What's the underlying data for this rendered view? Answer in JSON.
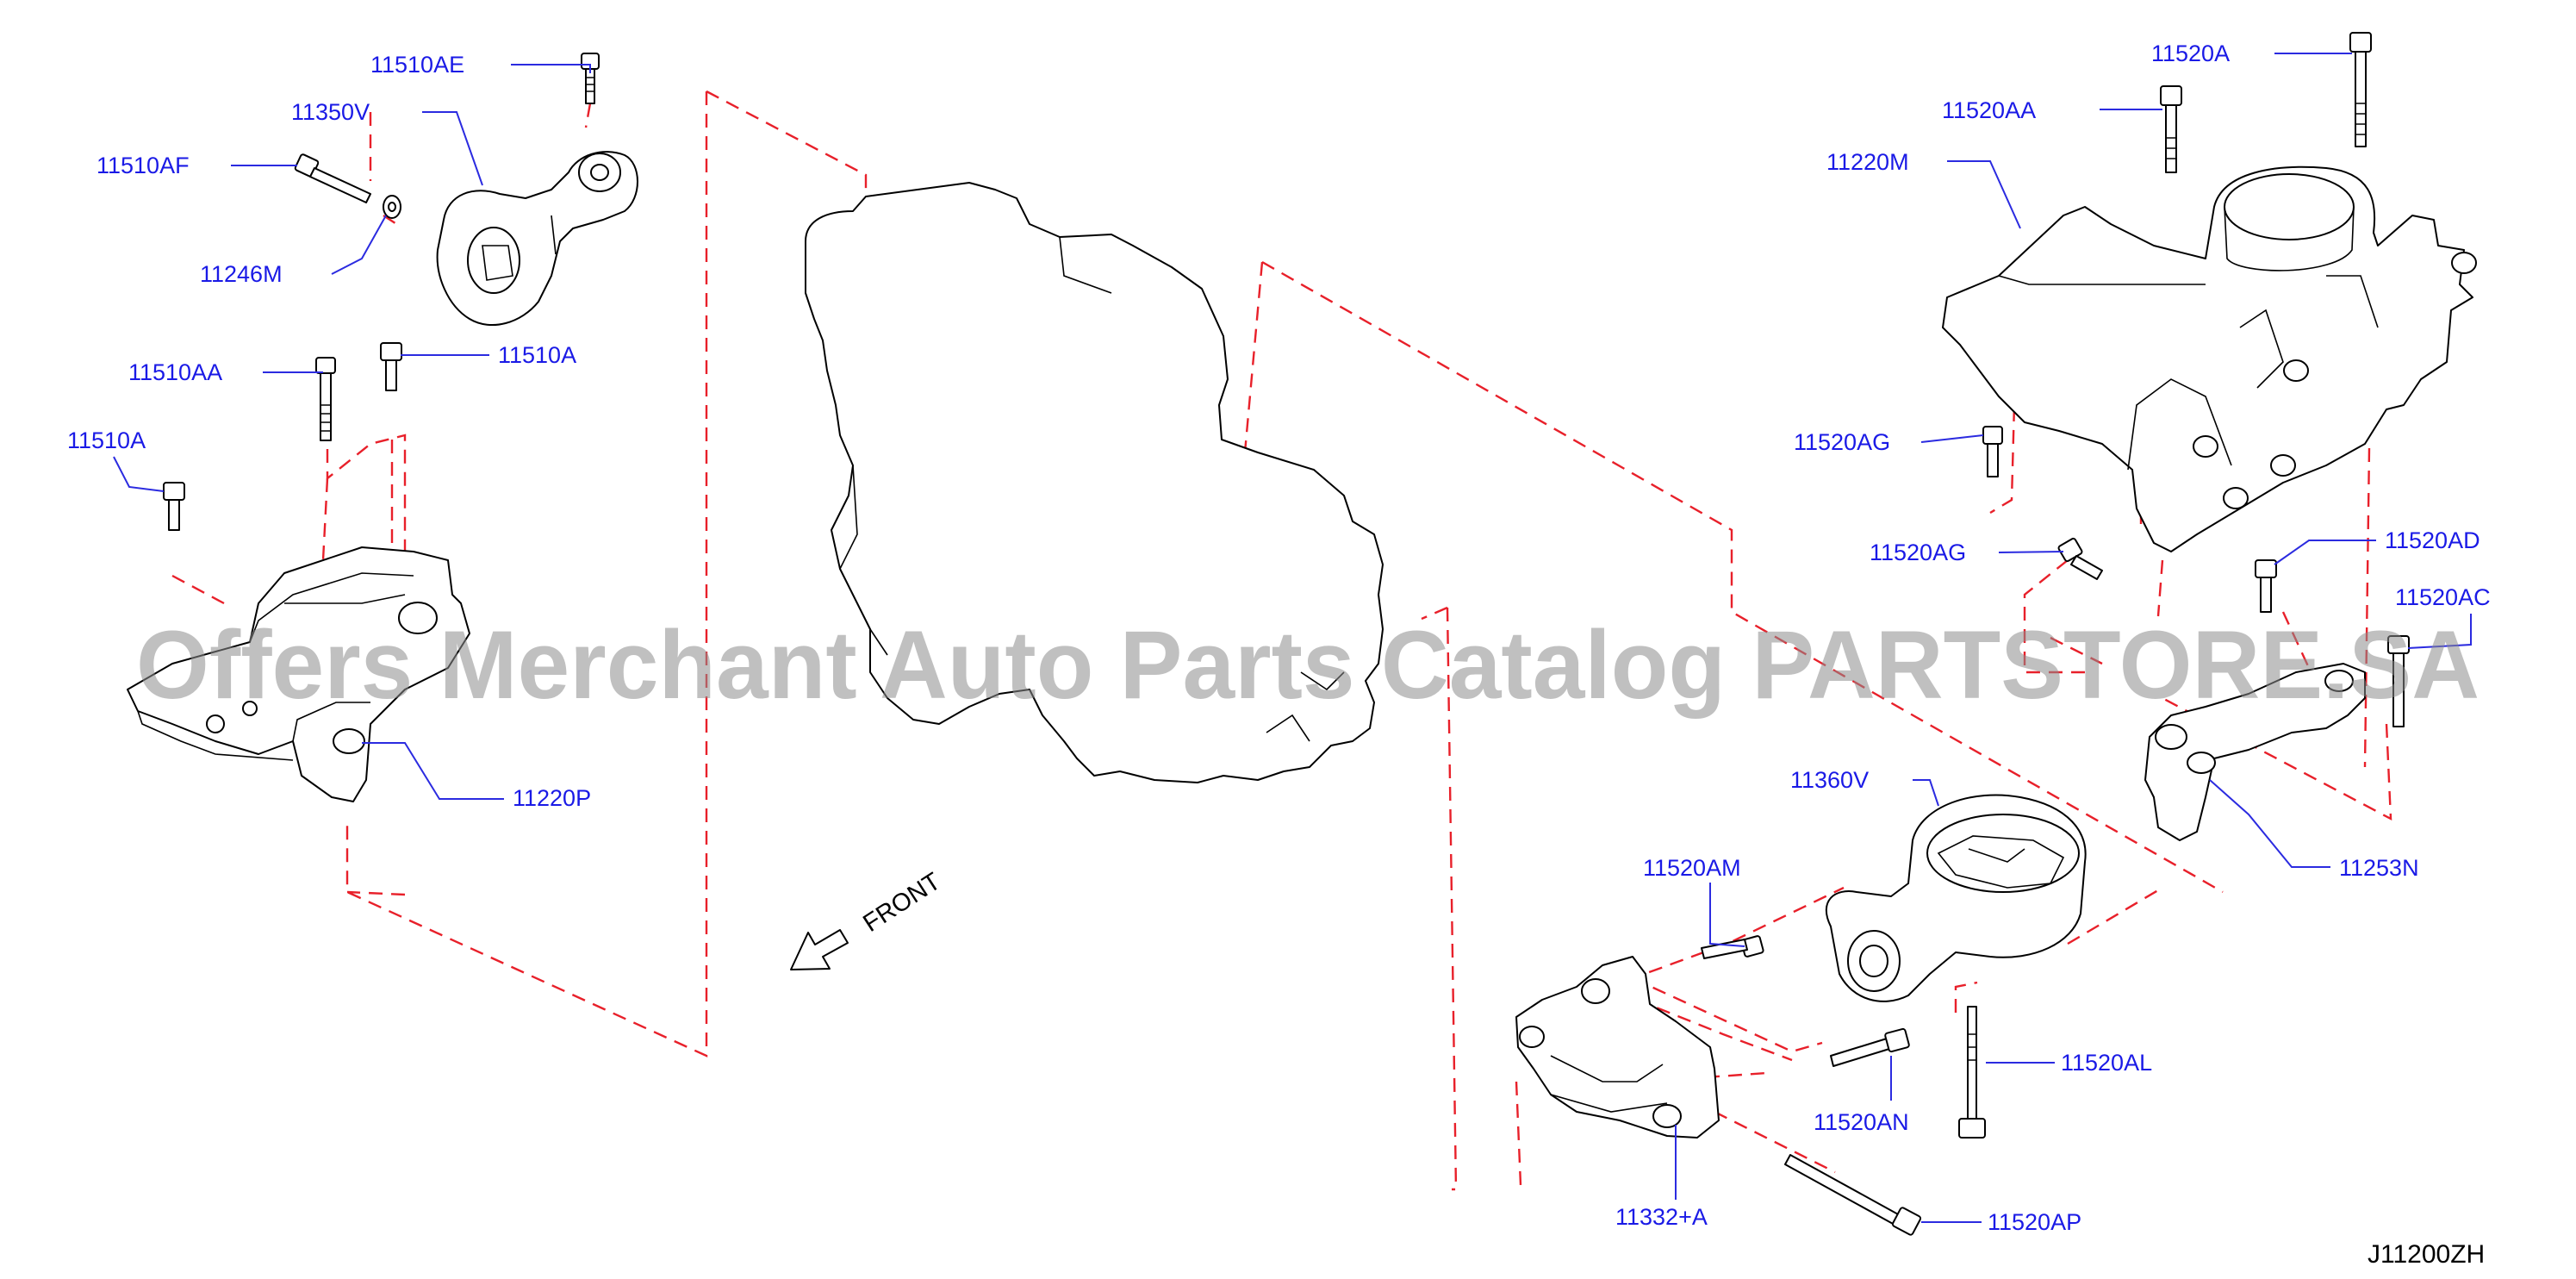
{
  "labels": {
    "11510AE": "11510AE",
    "11350V": "11350V",
    "11510AF": "11510AF",
    "11246M": "11246M",
    "11510AA": "11510AA",
    "11510A_top": "11510A",
    "11510A_left": "11510A",
    "11220P": "11220P",
    "11520A": "11520A",
    "11520AA": "11520AA",
    "11220M": "11220M",
    "11520AG_1": "11520AG",
    "11520AG_2": "11520AG",
    "11520AD": "11520AD",
    "11520AC": "11520AC",
    "11253N": "11253N",
    "11360V": "11360V",
    "11520AM": "11520AM",
    "11520AL": "11520AL",
    "11520AN": "11520AN",
    "11332A": "11332+A",
    "11520AP": "11520AP"
  },
  "front_label": "FRONT",
  "diagram_code": "J11200ZH",
  "watermark": "Offers Merchant Auto Parts Catalog PARTSTORE.SA",
  "colors": {
    "label": "#1a1ae6",
    "dashed_line": "#e8202a",
    "outline": "#000000"
  }
}
